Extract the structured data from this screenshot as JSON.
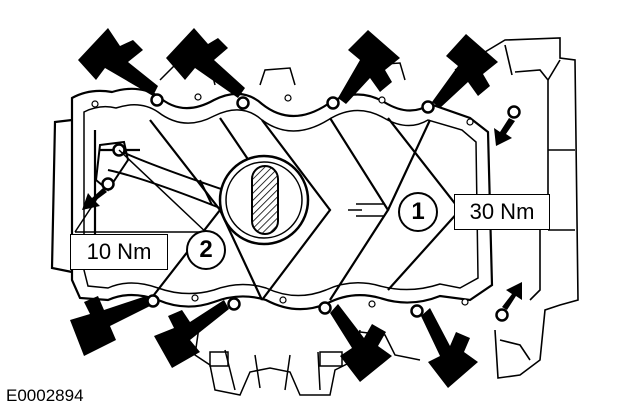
{
  "figure_id": "E0002894",
  "callouts": [
    {
      "number": "1",
      "torque": "30 Nm"
    },
    {
      "number": "2",
      "torque": "10 Nm"
    }
  ],
  "colors": {
    "ink": "#000000",
    "paper": "#ffffff"
  }
}
